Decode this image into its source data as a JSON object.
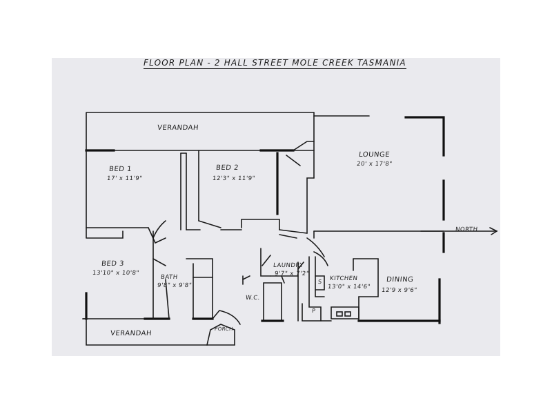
{
  "title": "FLOOR PLAN - 2 HALL STREET MOLE CREEK TASMANIA",
  "rooms": {
    "verandah_top": "VERANDAH",
    "bed1": {
      "name": "BED 1",
      "size": "17' x 11'9\""
    },
    "bed2": {
      "name": "BED 2",
      "size": "12'3\" x 11'9\""
    },
    "lounge": {
      "name": "LOUNGE",
      "size": "20' x 17'8\""
    },
    "bed3": {
      "name": "BED 3",
      "size": "13'10\" x 10'8\""
    },
    "bath": {
      "name": "BATH",
      "size": "9'8\" x 9'8\""
    },
    "laundry": {
      "name": "LAUNDRY",
      "size": "9'7\" x 7'2\""
    },
    "kitchen": {
      "name": "KITCHEN",
      "size": "13'0\" x 14'6\""
    },
    "dining": {
      "name": "DINING",
      "size": "12'9 x 9'6\""
    },
    "wc": "W.C.",
    "verandah_bottom": "VERANDAH",
    "porch": "PORCH",
    "sink": "S",
    "pantry": "P"
  },
  "north": "NORTH"
}
